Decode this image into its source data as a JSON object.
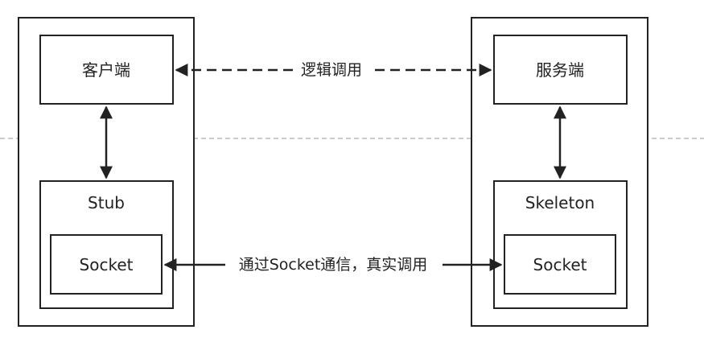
{
  "diagram": {
    "client": {
      "label": "客户端"
    },
    "server": {
      "label": "服务端"
    },
    "stub": {
      "label": "Stub"
    },
    "skeleton": {
      "label": "Skeleton"
    },
    "client_socket": {
      "label": "Socket"
    },
    "server_socket": {
      "label": "Socket"
    },
    "logical_call": {
      "label": "逻辑调用"
    },
    "socket_call": {
      "label": "通过Socket通信，真实调用"
    }
  }
}
